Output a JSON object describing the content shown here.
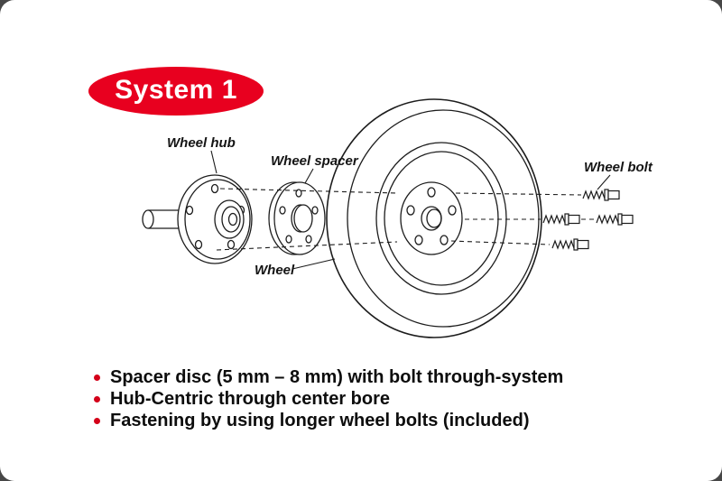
{
  "badge": {
    "label": "System 1"
  },
  "diagram": {
    "labels": {
      "wheel_hub": "Wheel hub",
      "wheel_spacer": "Wheel spacer",
      "wheel": "Wheel",
      "wheel_bolt": "Wheel bolt"
    }
  },
  "bullets": {
    "items": [
      "Spacer disc (5 mm – 8 mm) with bolt through-system",
      "Hub-Centric through center bore",
      "Fastening by using longer wheel bolts (included)"
    ]
  },
  "colors": {
    "accent_red": "#e8001f",
    "bullet_red": "#d40019",
    "line_color": "#1c1c1c",
    "page_background": "#474747",
    "card_background": "#ffffff"
  }
}
